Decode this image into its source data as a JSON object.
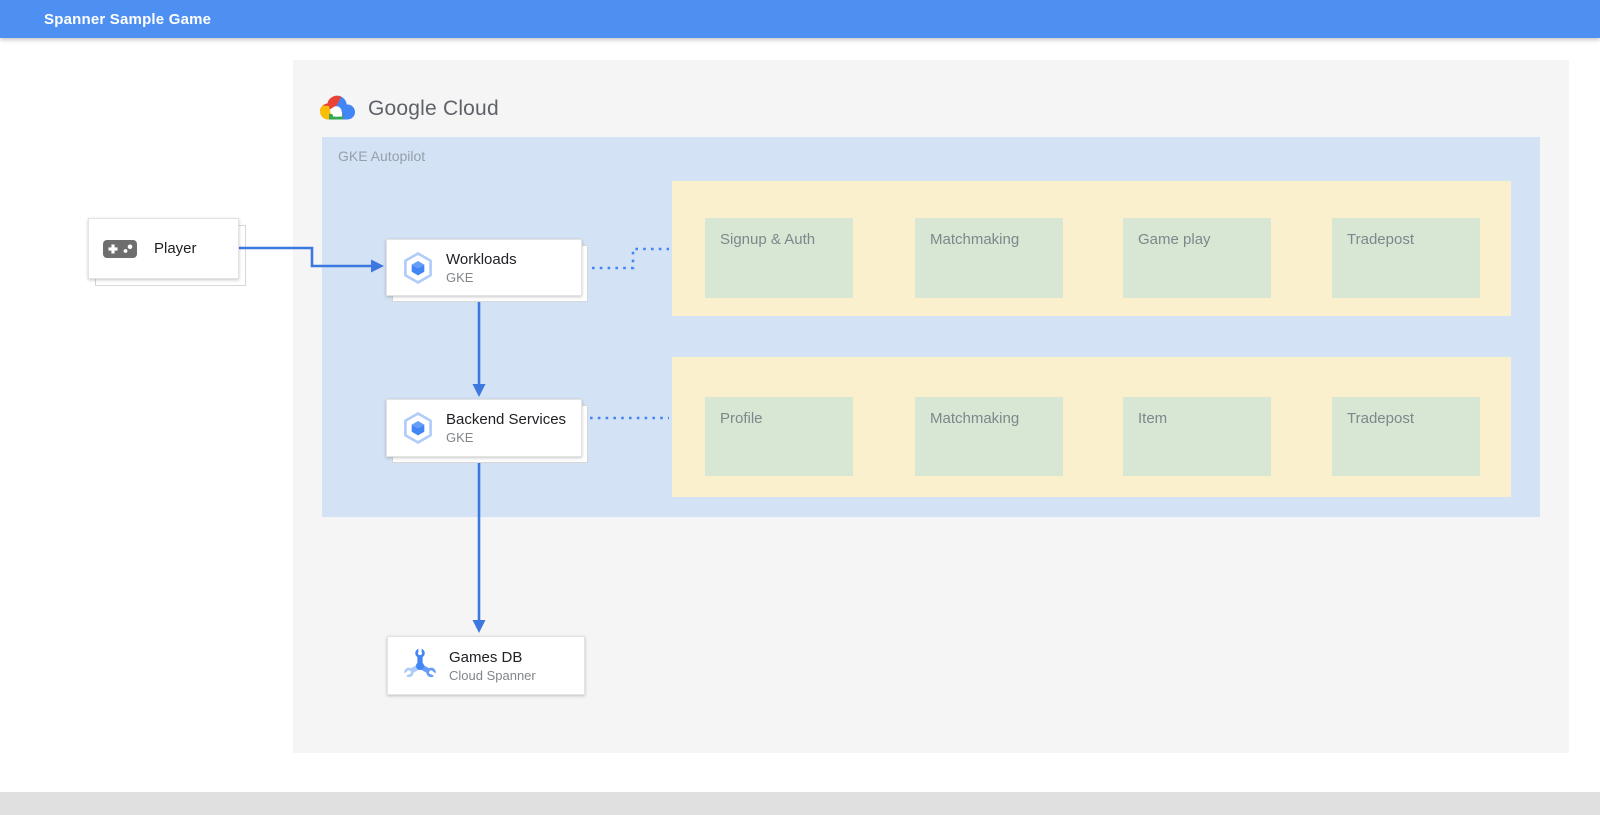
{
  "header": {
    "title": "Spanner Sample Game"
  },
  "diagram": {
    "brand": {
      "label": "Google Cloud"
    },
    "gke_panel": {
      "label": "GKE Autopilot"
    },
    "nodes": {
      "player": {
        "label": "Player"
      },
      "workloads": {
        "title": "Workloads",
        "subtitle": "GKE"
      },
      "backend": {
        "title": "Backend Services",
        "subtitle": "GKE"
      },
      "gamesdb": {
        "title": "Games DB",
        "subtitle": "Cloud Spanner"
      }
    },
    "service_rows": [
      {
        "items": [
          {
            "label": "Signup & Auth"
          },
          {
            "label": "Matchmaking"
          },
          {
            "label": "Game play"
          },
          {
            "label": "Tradepost"
          }
        ]
      },
      {
        "items": [
          {
            "label": "Profile"
          },
          {
            "label": "Matchmaking"
          },
          {
            "label": "Item"
          },
          {
            "label": "Tradepost"
          }
        ]
      }
    ],
    "colors": {
      "header_bg": "#4d90f2",
      "diagram_panel_bg": "#f5f5f5",
      "gke_panel_bg": "#d3e2f4",
      "services_row_bg": "#fbf0cd",
      "service_box_bg": "#d7e7d4",
      "arrow_blue": "#3c78e0",
      "dotted_blue": "#4285f4",
      "footer_bg": "#e0e0e0"
    }
  }
}
